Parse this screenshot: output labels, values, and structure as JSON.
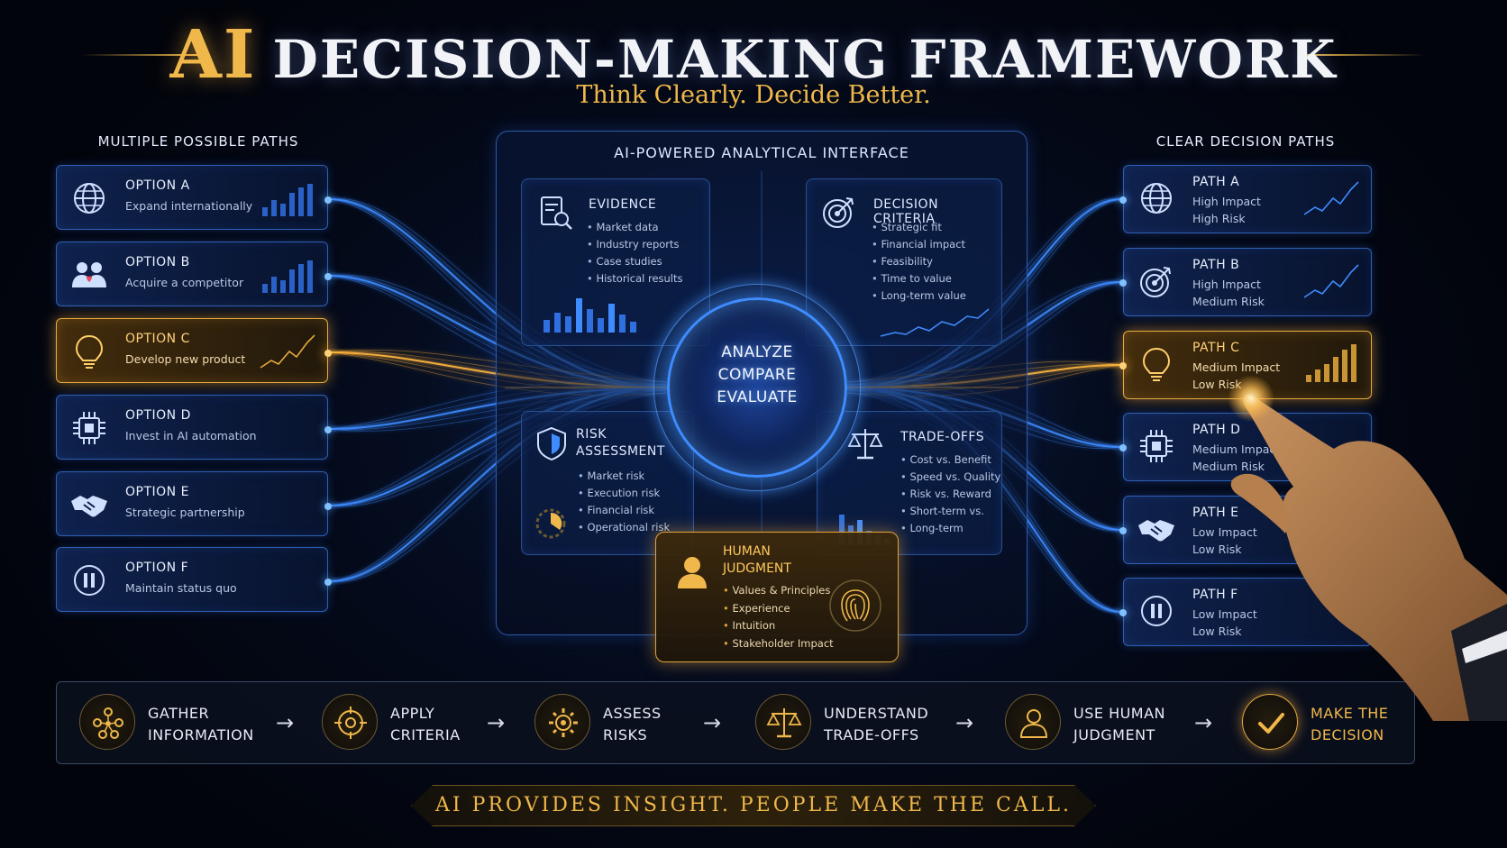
{
  "header": {
    "title_accent": "AI",
    "title_rest": "DECISION-MAKING FRAMEWORK",
    "subtitle": "Think Clearly. Decide Better."
  },
  "left_column": {
    "heading": "MULTIPLE POSSIBLE PATHS",
    "options": [
      {
        "title": "OPTION A",
        "desc": "Expand internationally",
        "icon": "globe-icon"
      },
      {
        "title": "OPTION B",
        "desc": "Acquire a competitor",
        "icon": "people-icon"
      },
      {
        "title": "OPTION C",
        "desc": "Develop new product",
        "icon": "lightbulb-icon",
        "highlighted": true
      },
      {
        "title": "OPTION D",
        "desc": "Invest in AI automation",
        "icon": "chip-icon"
      },
      {
        "title": "OPTION E",
        "desc": "Strategic partnership",
        "icon": "handshake-icon"
      },
      {
        "title": "OPTION F",
        "desc": "Maintain status quo",
        "icon": "pause-icon"
      }
    ]
  },
  "right_column": {
    "heading": "CLEAR DECISION PATHS",
    "paths": [
      {
        "title": "PATH A",
        "impact": "High Impact",
        "risk": "High Risk",
        "icon": "globe-icon"
      },
      {
        "title": "PATH B",
        "impact": "High Impact",
        "risk": "Medium Risk",
        "icon": "target-icon"
      },
      {
        "title": "PATH C",
        "impact": "Medium Impact",
        "risk": "Low Risk",
        "icon": "lightbulb-icon",
        "highlighted": true
      },
      {
        "title": "PATH D",
        "impact": "Medium Impact",
        "risk": "Medium Risk",
        "icon": "chip-icon"
      },
      {
        "title": "PATH E",
        "impact": "Low Impact",
        "risk": "Low Risk",
        "icon": "handshake-icon"
      },
      {
        "title": "PATH F",
        "impact": "Low Impact",
        "risk": "Low Risk",
        "icon": "pause-icon"
      }
    ]
  },
  "interface": {
    "title": "AI-POWERED ANALYTICAL INTERFACE",
    "evidence": {
      "heading": "EVIDENCE",
      "items": [
        "Market data",
        "Industry reports",
        "Case studies",
        "Historical results"
      ],
      "icon": "document-search-icon"
    },
    "criteria": {
      "heading": "DECISION CRITERIA",
      "items": [
        "Strategic fit",
        "Financial impact",
        "Feasibility",
        "Time to value",
        "Long-term value"
      ],
      "icon": "target-icon"
    },
    "risk": {
      "heading_line1": "RISK",
      "heading_line2": "ASSESSMENT",
      "items": [
        "Market risk",
        "Execution risk",
        "Financial risk",
        "Operational risk"
      ],
      "icon": "shield-icon"
    },
    "tradeoffs": {
      "heading": "TRADE-OFFS",
      "items": [
        "Cost vs. Benefit",
        "Speed vs. Quality",
        "Risk vs. Reward",
        "Short-term vs.",
        "Long-term"
      ],
      "icon": "scales-icon"
    },
    "hub": {
      "line1": "ANALYZE",
      "line2": "COMPARE",
      "line3": "EVALUATE"
    },
    "human": {
      "heading_line1": "HUMAN",
      "heading_line2": "JUDGMENT",
      "items": [
        "Values & Principles",
        "Experience",
        "Intuition",
        "Stakeholder Impact"
      ],
      "icon": "person-icon"
    }
  },
  "process": {
    "steps": [
      {
        "line1": "GATHER",
        "line2": "INFORMATION",
        "icon": "network-icon"
      },
      {
        "line1": "APPLY",
        "line2": "CRITERIA",
        "icon": "crosshair-icon"
      },
      {
        "line1": "ASSESS",
        "line2": "RISKS",
        "icon": "gear-icon"
      },
      {
        "line1": "UNDERSTAND",
        "line2": "TRADE-OFFS",
        "icon": "scales-icon"
      },
      {
        "line1": "USE HUMAN",
        "line2": "JUDGMENT",
        "icon": "person-icon"
      },
      {
        "line1": "MAKE THE",
        "line2": "DECISION",
        "icon": "checkmark-icon"
      }
    ],
    "arrow": "→"
  },
  "footer": {
    "tagline": "AI PROVIDES INSIGHT. PEOPLE MAKE THE CALL."
  },
  "colors": {
    "gold": "#f0b84a",
    "blue": "#3f8cff",
    "panel_border": "#2e5fb4",
    "background": "#03060f"
  }
}
